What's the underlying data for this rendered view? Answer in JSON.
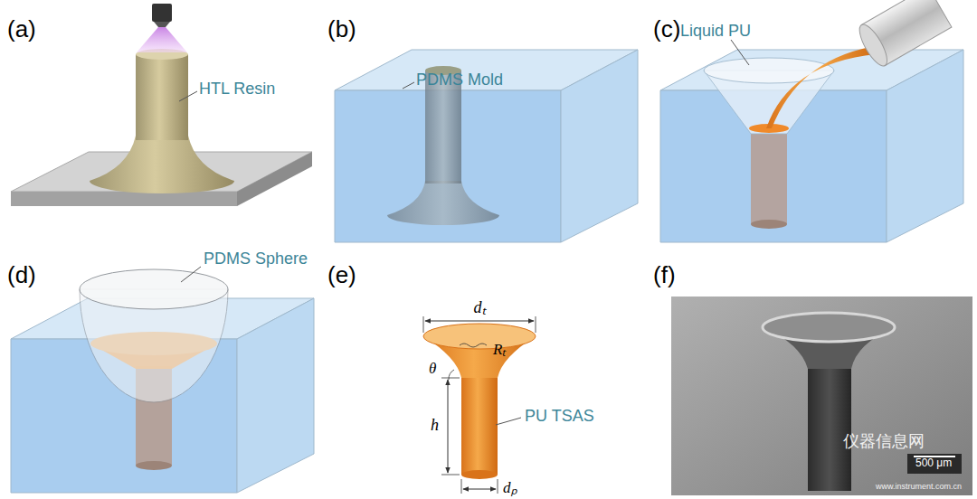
{
  "diagram": {
    "labels": [
      "(a)",
      "HTL Resin",
      "(b)",
      "PDMS Mold",
      "(c)",
      "Liquid PU",
      "(d)",
      "PDMS Sphere",
      "(e)",
      "dₜ",
      "Rₜ",
      "θ",
      "h",
      "dₚ",
      "PU TSAS",
      "(f)",
      "500 μm",
      "仪器信息网",
      "www.instrument.com.cn"
    ]
  }
}
